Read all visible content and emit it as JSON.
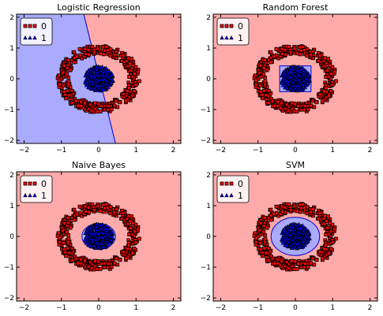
{
  "chart_data": [
    {
      "type": "scatter",
      "title": "Logistic Regression",
      "xlim": [
        -2.2,
        2.2
      ],
      "ylim": [
        -2.1,
        2.1
      ],
      "xticks": [
        "−2",
        "−1",
        "0",
        "1",
        "2"
      ],
      "yticks": [
        "−2",
        "−1",
        "0",
        "1",
        "2"
      ],
      "legend": {
        "placement": "top-left",
        "entries": [
          "0",
          "1"
        ]
      },
      "decision_region": {
        "shape": "half-plane",
        "class0_side": "right",
        "line_x_at_top": -0.4,
        "line_x_at_bottom": 0.45
      }
    },
    {
      "type": "scatter",
      "title": "Random Forest",
      "xlim": [
        -2.2,
        2.2
      ],
      "ylim": [
        -2.1,
        2.1
      ],
      "xticks": [
        "−2",
        "−1",
        "0",
        "1",
        "2"
      ],
      "yticks": [
        "−2",
        "−1",
        "0",
        "1",
        "2"
      ],
      "legend": {
        "placement": "top-left",
        "entries": [
          "0",
          "1"
        ]
      },
      "decision_region": {
        "shape": "box",
        "x_range": [
          -0.42,
          0.42
        ],
        "y_range": [
          -0.42,
          0.42
        ]
      }
    },
    {
      "type": "scatter",
      "title": "Naive Bayes",
      "xlim": [
        -2.2,
        2.2
      ],
      "ylim": [
        -2.1,
        2.1
      ],
      "xticks": [
        "−2",
        "−1",
        "0",
        "1",
        "2"
      ],
      "yticks": [
        "−2",
        "−1",
        "0",
        "1",
        "2"
      ],
      "legend": {
        "placement": "top-left",
        "entries": [
          "0",
          "1"
        ]
      },
      "decision_region": {
        "shape": "ellipse",
        "center": [
          0,
          0
        ],
        "rx": 0.45,
        "ry": 0.42
      }
    },
    {
      "type": "scatter",
      "title": "SVM",
      "xlim": [
        -2.2,
        2.2
      ],
      "ylim": [
        -2.1,
        2.1
      ],
      "xticks": [
        "−2",
        "−1",
        "0",
        "1",
        "2"
      ],
      "yticks": [
        "−2",
        "−1",
        "0",
        "1",
        "2"
      ],
      "legend": {
        "placement": "top-left",
        "entries": [
          "0",
          "1"
        ]
      },
      "decision_region": {
        "shape": "ellipse",
        "center": [
          0,
          0
        ],
        "rx": 0.65,
        "ry": 0.62
      }
    }
  ],
  "data_description": {
    "class0": {
      "marker": "square",
      "shape": "ring",
      "radius_min": 0.8,
      "radius_max": 1.1,
      "count": 400
    },
    "class1": {
      "marker": "triangle",
      "shape": "disk",
      "radius_max": 0.4,
      "count": 400
    }
  },
  "colors": {
    "class0_region": "#ffaaaa",
    "class1_region": "#aaaaff",
    "class0_marker_fill": "#ff0000",
    "class1_marker_fill": "#0000ff",
    "marker_edge": "#000000",
    "boundary_line": "#0000cc"
  }
}
